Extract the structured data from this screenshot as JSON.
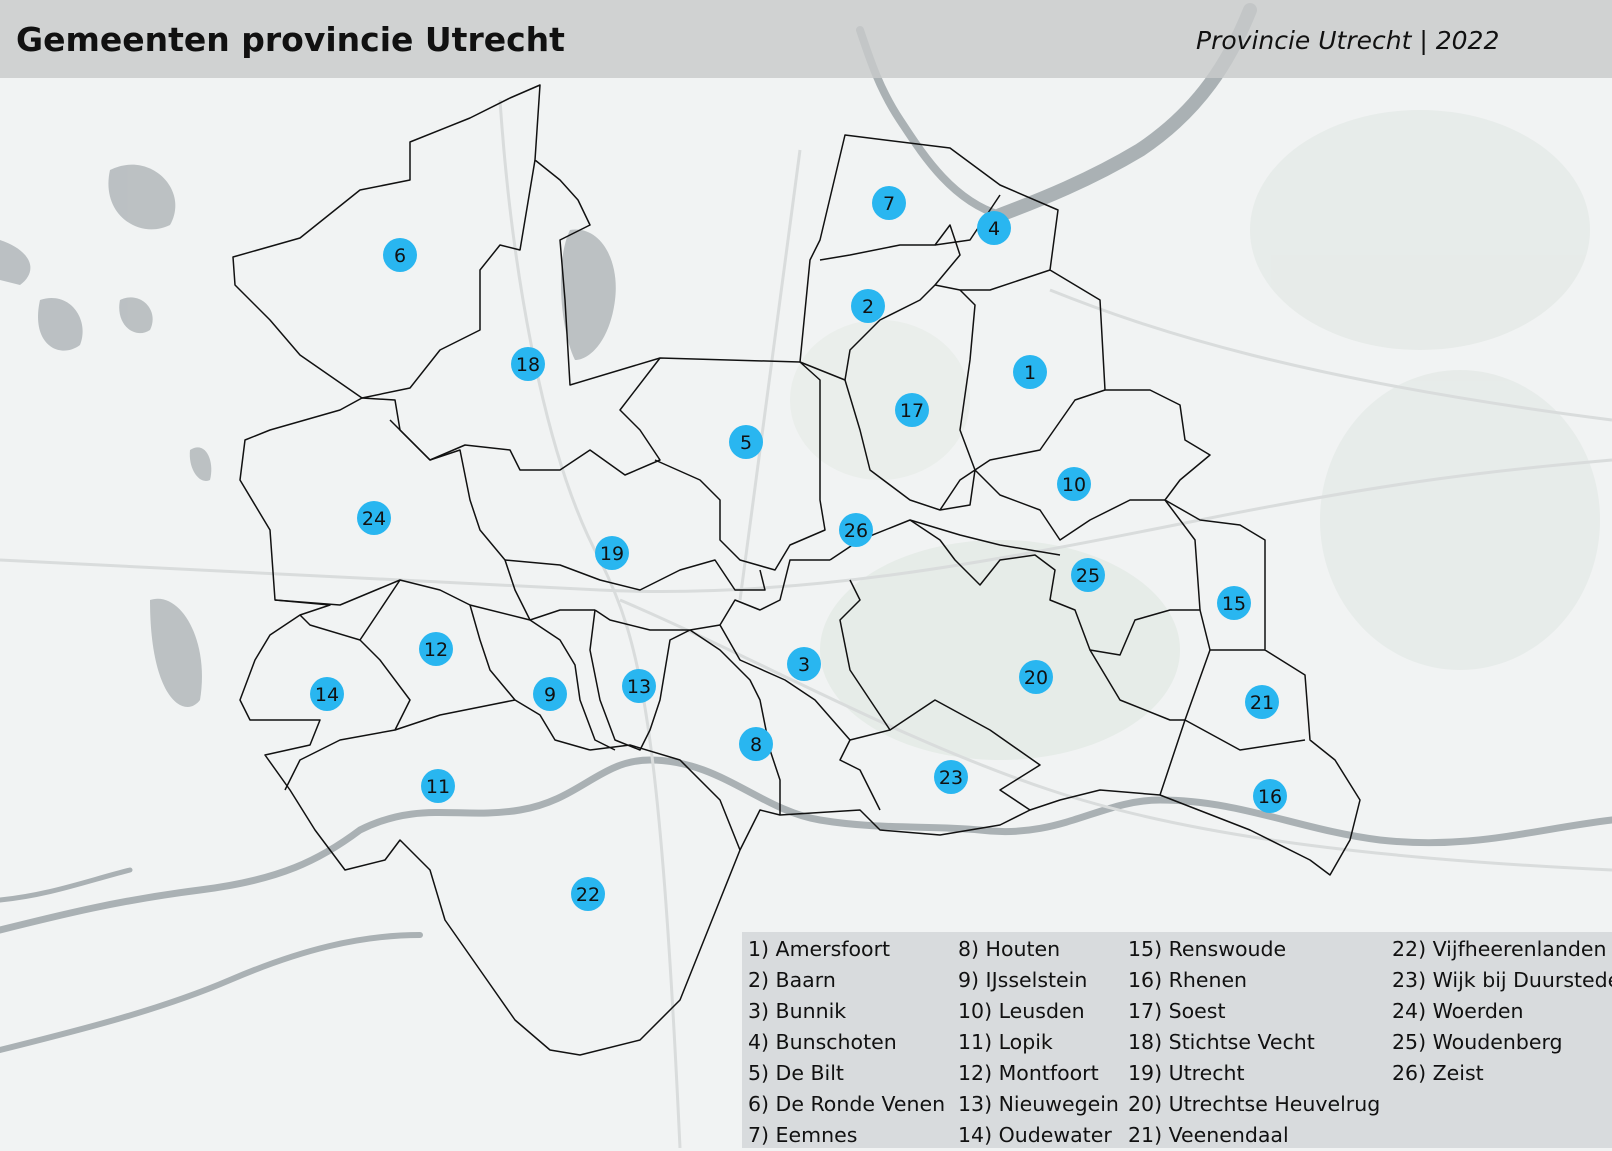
{
  "header": {
    "title": "Gemeenten provincie Utrecht",
    "subtitle": "Provincie Utrecht | 2022"
  },
  "colors": {
    "marker": "#29b6f0",
    "boundary": "#111111",
    "header_background": "#c8caca",
    "legend_background": "#d4d6d8",
    "water": "#a9b0b3",
    "land": "#f1f3f3"
  },
  "map": {
    "labels": [
      "1",
      "2",
      "3",
      "4",
      "5",
      "6",
      "7",
      "8",
      "9",
      "10",
      "11",
      "12",
      "13",
      "14",
      "15",
      "16",
      "17",
      "18",
      "19",
      "20",
      "21",
      "22",
      "23",
      "24",
      "25",
      "26"
    ]
  },
  "legend": {
    "columns": [
      [
        "1) Amersfoort",
        "2) Baarn",
        "3) Bunnik",
        "4) Bunschoten",
        "5) De Bilt",
        "6) De Ronde Venen",
        "7) Eemnes"
      ],
      [
        "8) Houten",
        "9) IJsselstein",
        "10) Leusden",
        "11) Lopik",
        "12) Montfoort",
        "13) Nieuwegein",
        "14) Oudewater"
      ],
      [
        "15) Renswoude",
        "16) Rhenen",
        "17) Soest",
        "18) Stichtse Vecht",
        "19) Utrecht",
        "20) Utrechtse Heuvelrug",
        "21) Veenendaal"
      ],
      [
        "22) Vijfheerenlanden",
        "23) Wijk bij Duurstede",
        "24) Woerden",
        "25) Woudenberg",
        "26) Zeist"
      ]
    ]
  }
}
